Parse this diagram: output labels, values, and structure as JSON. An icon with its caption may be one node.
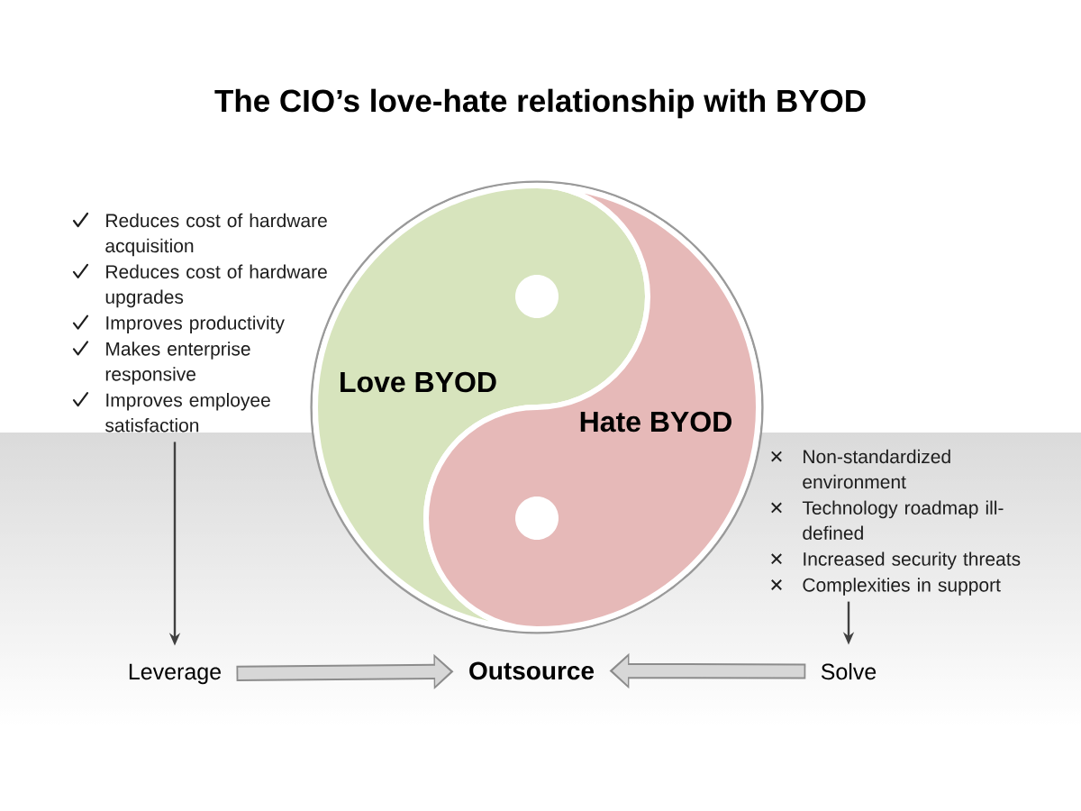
{
  "diagram": {
    "title": "The CIO’s love-hate relationship with BYOD",
    "nodes": [
      {
        "text": [
          "Reduces cost of hardware acquisition",
          "Reduces cost of hardware upgrades",
          "Improves productivity",
          "Makes enterprise responsive",
          "Improves employee satisfaction"
        ]
      },
      {
        "text": [
          "Love BYOD"
        ]
      },
      {
        "text": [
          "Hate BYOD"
        ]
      },
      {
        "text": [
          "Non-standardized environment",
          "Technology roadmap ill-defined",
          "Increased security threats",
          "Complexities in support"
        ]
      },
      {
        "text": [
          "Leverage"
        ]
      },
      {
        "text": [
          "Outsource"
        ]
      },
      {
        "text": [
          "Solve"
        ]
      }
    ],
    "edges": [
      {
        "from": 0,
        "to": 4,
        "arrow": "to"
      },
      {
        "from": 3,
        "to": 6,
        "arrow": "to"
      },
      {
        "from": 4,
        "to": 5,
        "arrow": "to",
        "style": "thick",
        "color": "#8c8c8c"
      },
      {
        "from": 6,
        "to": 5,
        "arrow": "to",
        "style": "thick",
        "color": "#8c8c8c"
      }
    ]
  }
}
